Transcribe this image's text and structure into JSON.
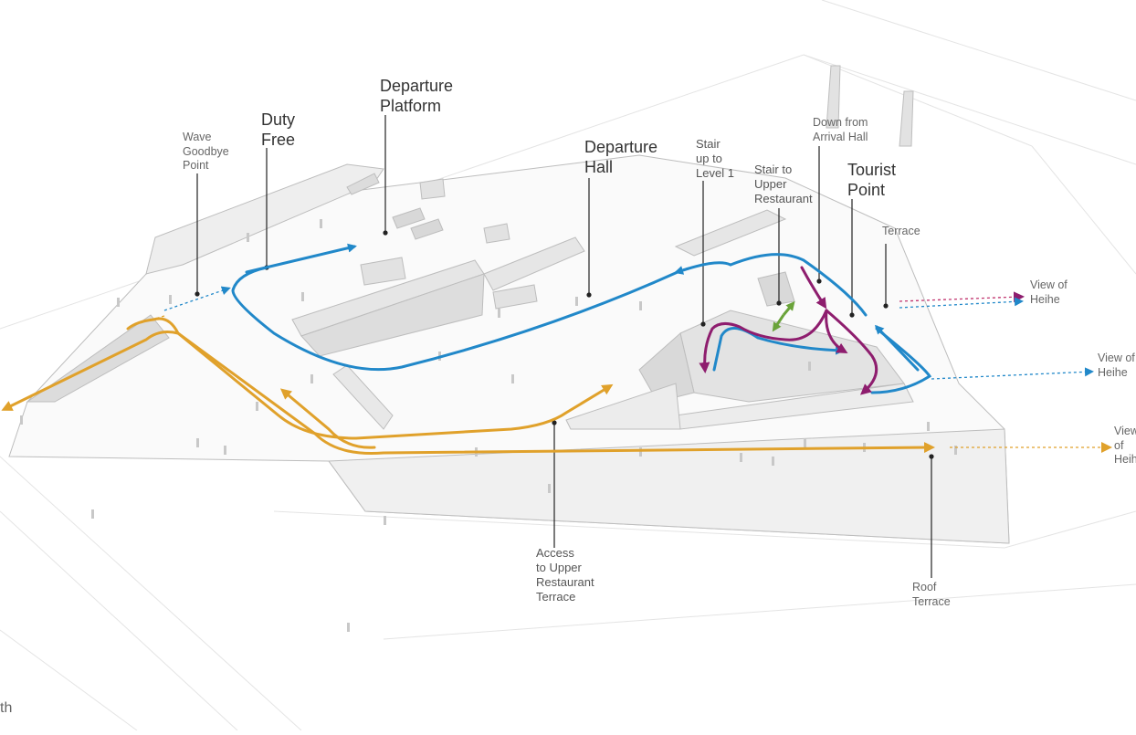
{
  "colors": {
    "departure_route": "#2188c9",
    "tourist_route": "#8e1d6e",
    "public_route": "#e0a12b",
    "stair_link": "#6aa33a",
    "building_line": "#bdbdbd",
    "label_text": "#555555"
  },
  "labels": {
    "wave_goodbye_point": "Wave\nGoodbye\nPoint",
    "duty_free": "Duty\nFree",
    "departure_platform": "Departure\nPlatform",
    "departure_hall": "Departure\nHall",
    "stair_up_level1": "Stair\nup to\nLevel 1",
    "stair_upper_restaurant": "Stair to\nUpper\nRestaurant",
    "down_from_arrival": "Down from\nArrival Hall",
    "tourist_point": "Tourist\nPoint",
    "terrace": "Terrace",
    "view_of_heihe_1": "View of\nHeihe",
    "view_of_heihe_2": "View of\nHeihe",
    "view_of_heihe_3": "View of\nHeihe",
    "access_upper_restaurant": "Access\nto Upper\nRestaurant\nTerrace",
    "roof_terrace": "Roof\nTerrace",
    "corner_fragment": "th"
  }
}
